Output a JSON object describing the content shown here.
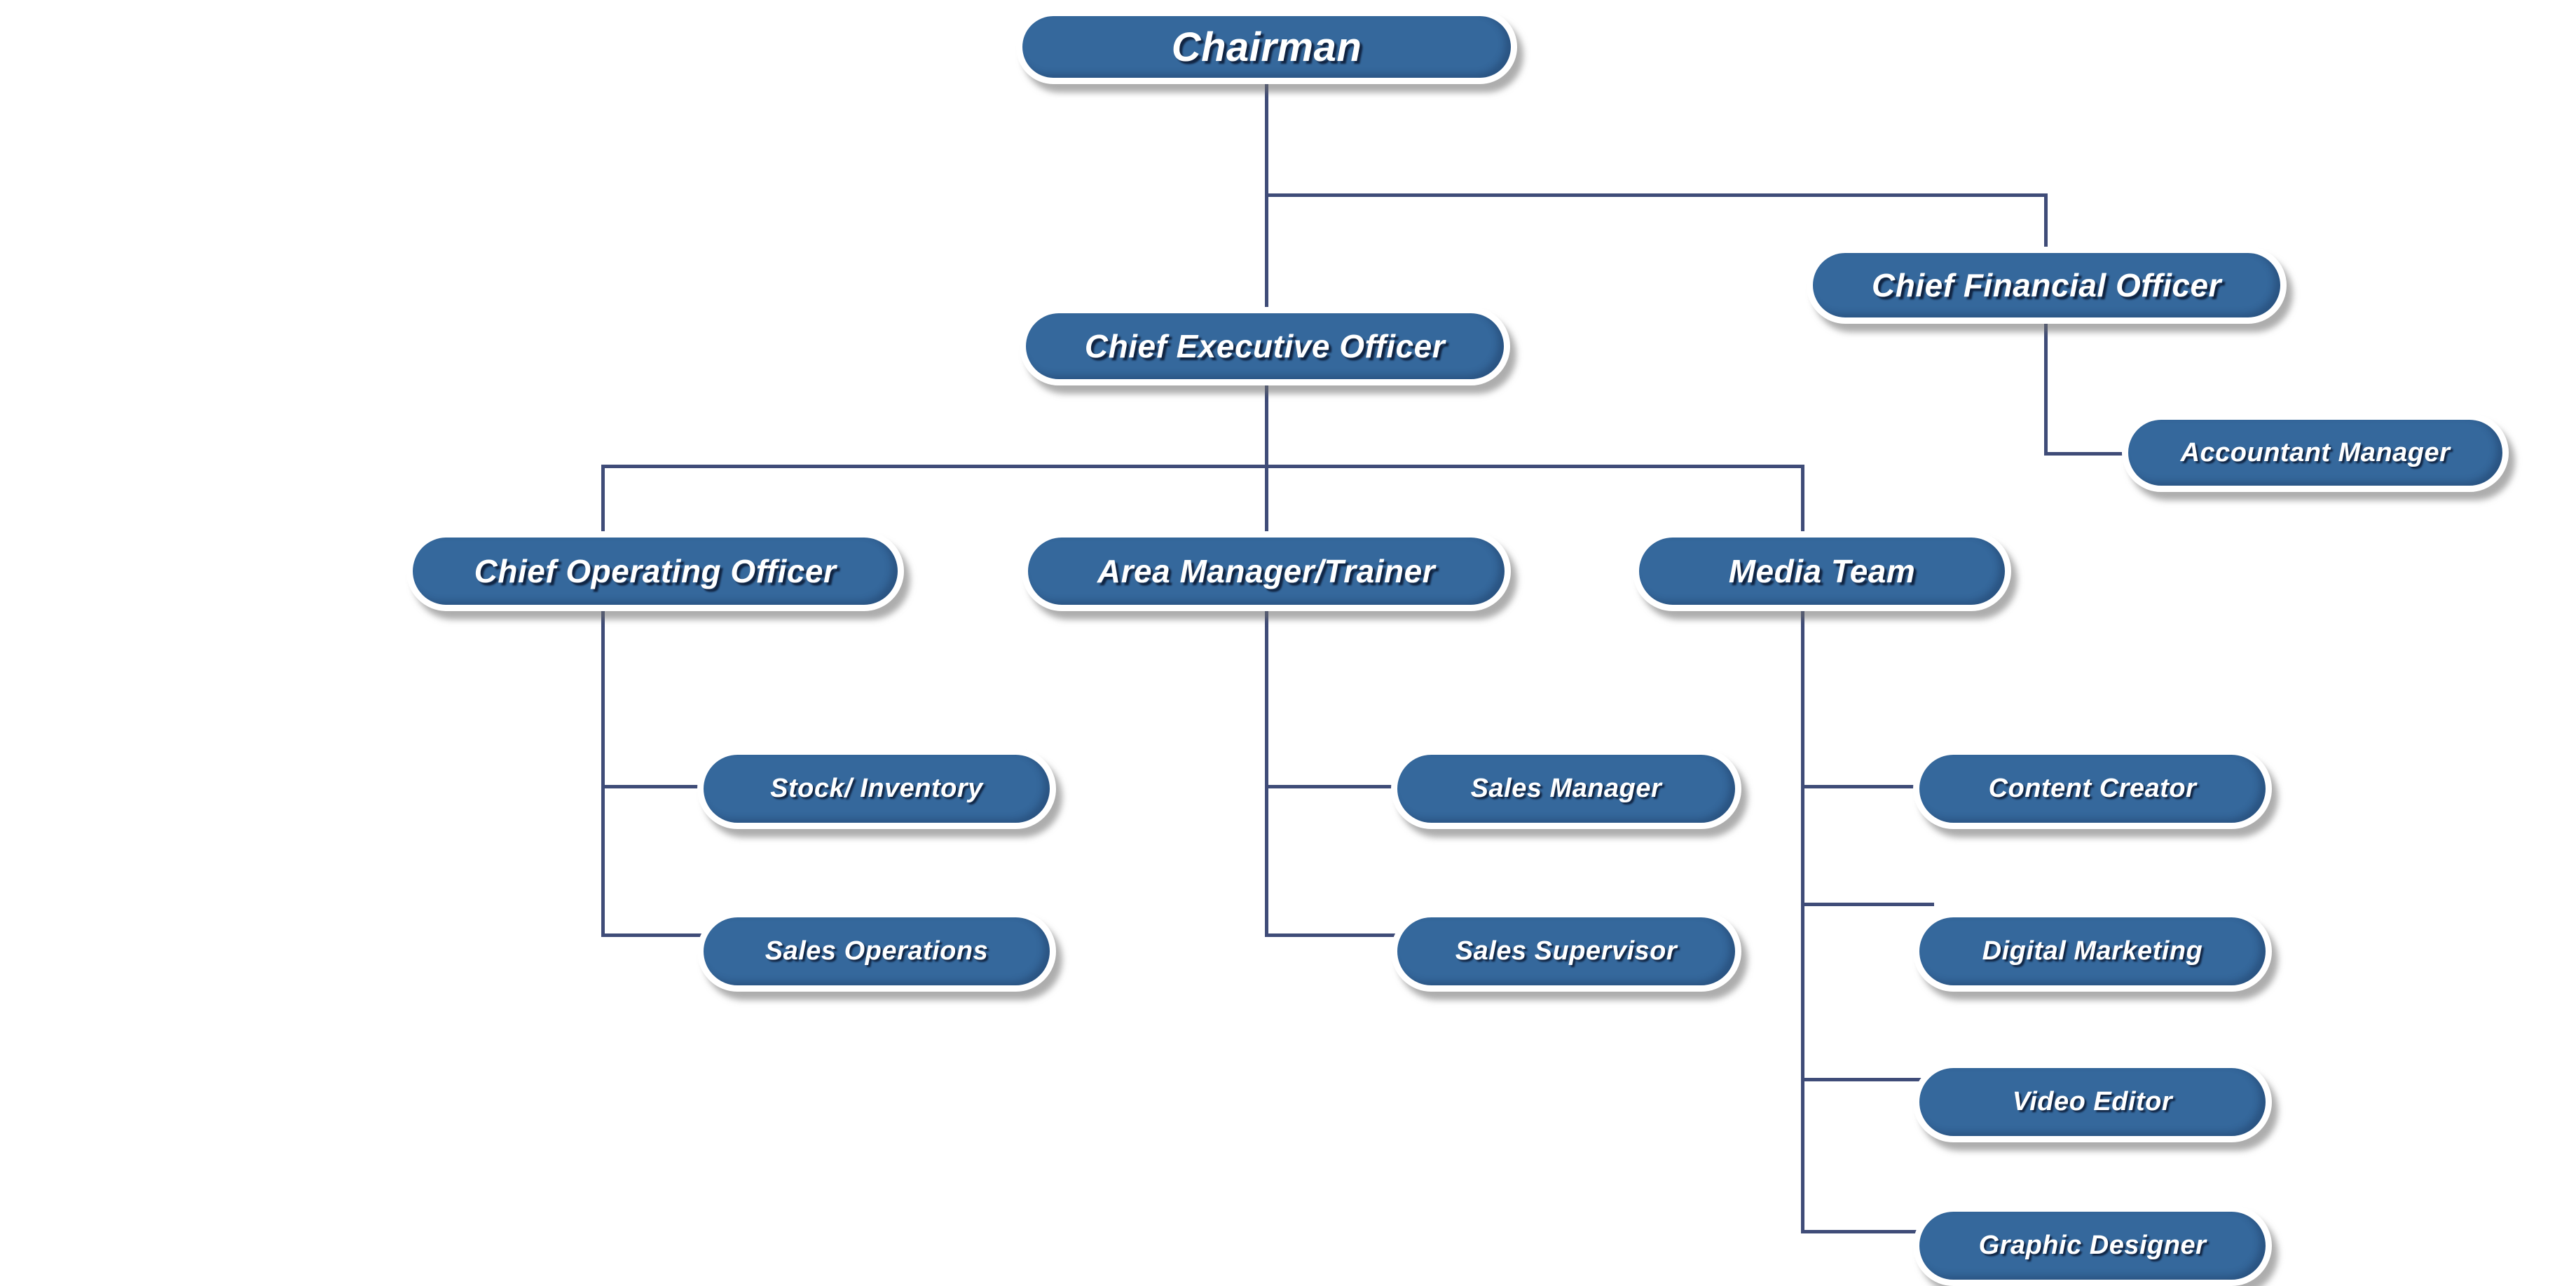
{
  "diagram": {
    "type": "org-chart",
    "background": "#FFFFFF",
    "colors": {
      "node_fill": "#35689C",
      "node_border": "#FFFFFF",
      "node_text": "#FFFFFF",
      "text_shadow": "#0A1932",
      "connector": "#3F4C78"
    },
    "nodes": {
      "chairman": {
        "label": "Chairman"
      },
      "ceo": {
        "label": "Chief Executive Officer"
      },
      "cfo": {
        "label": "Chief Financial Officer"
      },
      "accountant_manager": {
        "label": "Accountant Manager"
      },
      "coo": {
        "label": "Chief Operating Officer"
      },
      "area_manager_trainer": {
        "label": "Area Manager/Trainer"
      },
      "media_team": {
        "label": "Media Team"
      },
      "stock_inventory": {
        "label": "Stock/ Inventory"
      },
      "sales_operations": {
        "label": "Sales Operations"
      },
      "sales_manager": {
        "label": "Sales Manager"
      },
      "sales_supervisor": {
        "label": "Sales Supervisor"
      },
      "content_creator": {
        "label": "Content Creator"
      },
      "digital_marketing": {
        "label": "Digital Marketing"
      },
      "video_editor": {
        "label": "Video Editor"
      },
      "graphic_designer": {
        "label": "Graphic Designer"
      }
    },
    "hierarchy": {
      "Chairman": [
        "Chief Executive Officer",
        "Chief Financial Officer"
      ],
      "Chief Executive Officer": [
        "Chief Operating Officer",
        "Area Manager/Trainer",
        "Media Team"
      ],
      "Chief Financial Officer": [
        "Accountant Manager"
      ],
      "Chief Operating Officer": [
        "Stock/ Inventory",
        "Sales Operations"
      ],
      "Area Manager/Trainer": [
        "Sales Manager",
        "Sales Supervisor"
      ],
      "Media Team": [
        "Content Creator",
        "Digital Marketing",
        "Video Editor",
        "Graphic Designer"
      ]
    }
  }
}
